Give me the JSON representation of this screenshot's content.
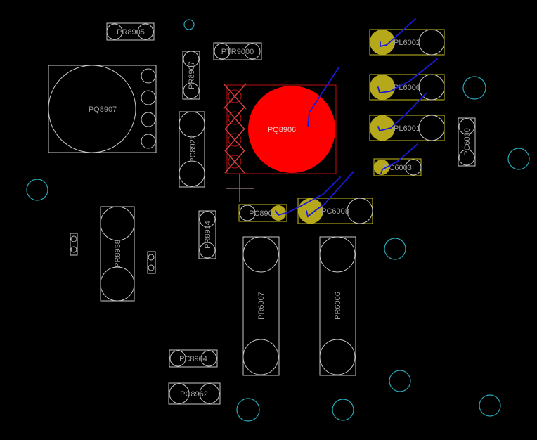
{
  "canvas": {
    "background": "#000000"
  },
  "colors": {
    "outline": "#c8c8c8",
    "label": "#a0a0a0",
    "highlight_fill": "#b5a81a",
    "highlight_outline": "#c8c01e",
    "active_fill": "#ff0000",
    "active_outline": "#c01010",
    "via": "#2aa7b8",
    "trace": "#1a1adc",
    "marker": "#d04040"
  },
  "components": {
    "pr8905": "PR8905",
    "ptr9000": "PTR9000",
    "pr8907": "PR8907",
    "pq8907": "PQ8907",
    "pq8906": "PQ8906",
    "pc8922": "PC8922",
    "pl6002": "PL6002",
    "pl6000": "PL6000",
    "pl6001": "PL6001",
    "pc6003": "PC6003",
    "pc6000": "PC6000",
    "pc8909": "PC8909",
    "pc6008": "PC6008",
    "pr8938": "PR8938",
    "pr8914": "PR8914",
    "pr6007": "PR6007",
    "pr6006": "PR6006",
    "pc8904": "PC8904",
    "pc8962": "PC8962"
  }
}
